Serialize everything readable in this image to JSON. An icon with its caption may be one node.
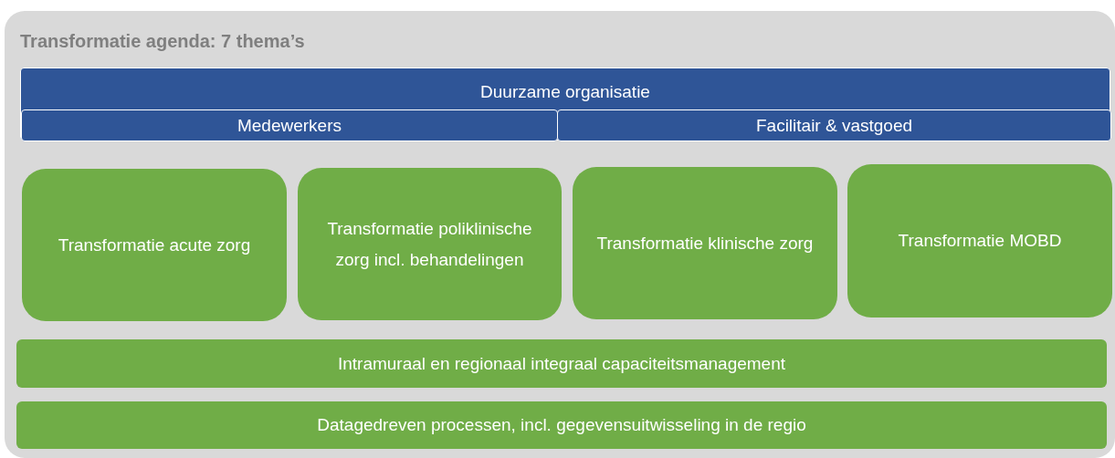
{
  "diagram": {
    "nodes": [
      {
        "text": [
          "Transformatie agenda: 7 thema’s"
        ]
      },
      {
        "text": [
          "Duurzame organisatie"
        ],
        "in": 0
      },
      {
        "text": [
          "Medewerkers"
        ],
        "in": 1
      },
      {
        "text": [
          "Facilitair & vastgoed"
        ],
        "in": 1
      },
      {
        "text": [
          "Transformatie acute zorg"
        ],
        "in": 0
      },
      {
        "text": [
          "Transformatie poliklinische zorg incl. behandelingen"
        ],
        "in": 0
      },
      {
        "text": [
          "Transformatie klinische zorg"
        ],
        "in": 0
      },
      {
        "text": [
          "Transformatie MOBD"
        ],
        "in": 0
      },
      {
        "text": [
          "Intramuraal en regionaal integraal capaciteitsmanagement"
        ],
        "in": 0
      },
      {
        "text": [
          "Datagedreven processen, incl. gegevensuitwisseling in de regio"
        ],
        "in": 0
      }
    ]
  }
}
